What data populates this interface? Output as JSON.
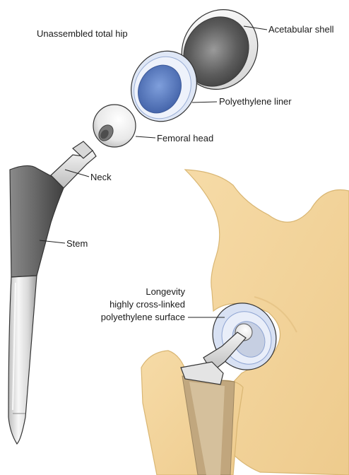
{
  "figure": {
    "title": "Unassembled total hip",
    "labels": {
      "acetabular_shell": "Acetabular shell",
      "polyethylene_liner": "Polyethylene liner",
      "femoral_head": "Femoral head",
      "neck": "Neck",
      "stem": "Stem",
      "longevity_line1": "Longevity",
      "longevity_line2": "highly cross-linked",
      "longevity_line3": "polyethylene surface"
    },
    "colors": {
      "bone": "#f3d49c",
      "bone_shadow": "#e6c283",
      "liner_blue": "#5a7ec4",
      "liner_light": "#dde6f6",
      "metal_dark": "#5e5e5e",
      "metal_light": "#e2e2e2"
    }
  }
}
